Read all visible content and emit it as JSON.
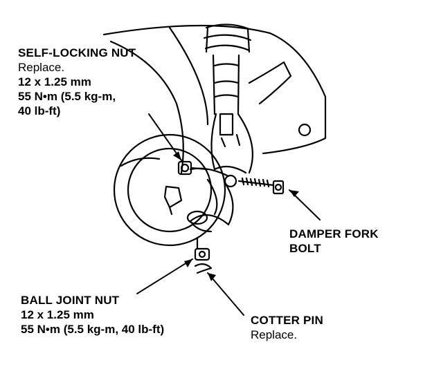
{
  "callouts": {
    "self_locking_nut": {
      "title": "SELF-LOCKING NUT",
      "lines": [
        "Replace.",
        "12 x 1.25 mm",
        "55 N•m (5.5 kg-m,",
        "40 lb-ft)"
      ]
    },
    "damper_fork_bolt": {
      "title": "DAMPER FORK",
      "lines": [
        "BOLT"
      ]
    },
    "ball_joint_nut": {
      "title": "BALL JOINT NUT",
      "lines": [
        "12 x 1.25 mm",
        "55 N•m (5.5 kg-m, 40 lb-ft)"
      ]
    },
    "cotter_pin": {
      "title": "COTTER PIN",
      "lines": [
        "Replace."
      ]
    }
  }
}
